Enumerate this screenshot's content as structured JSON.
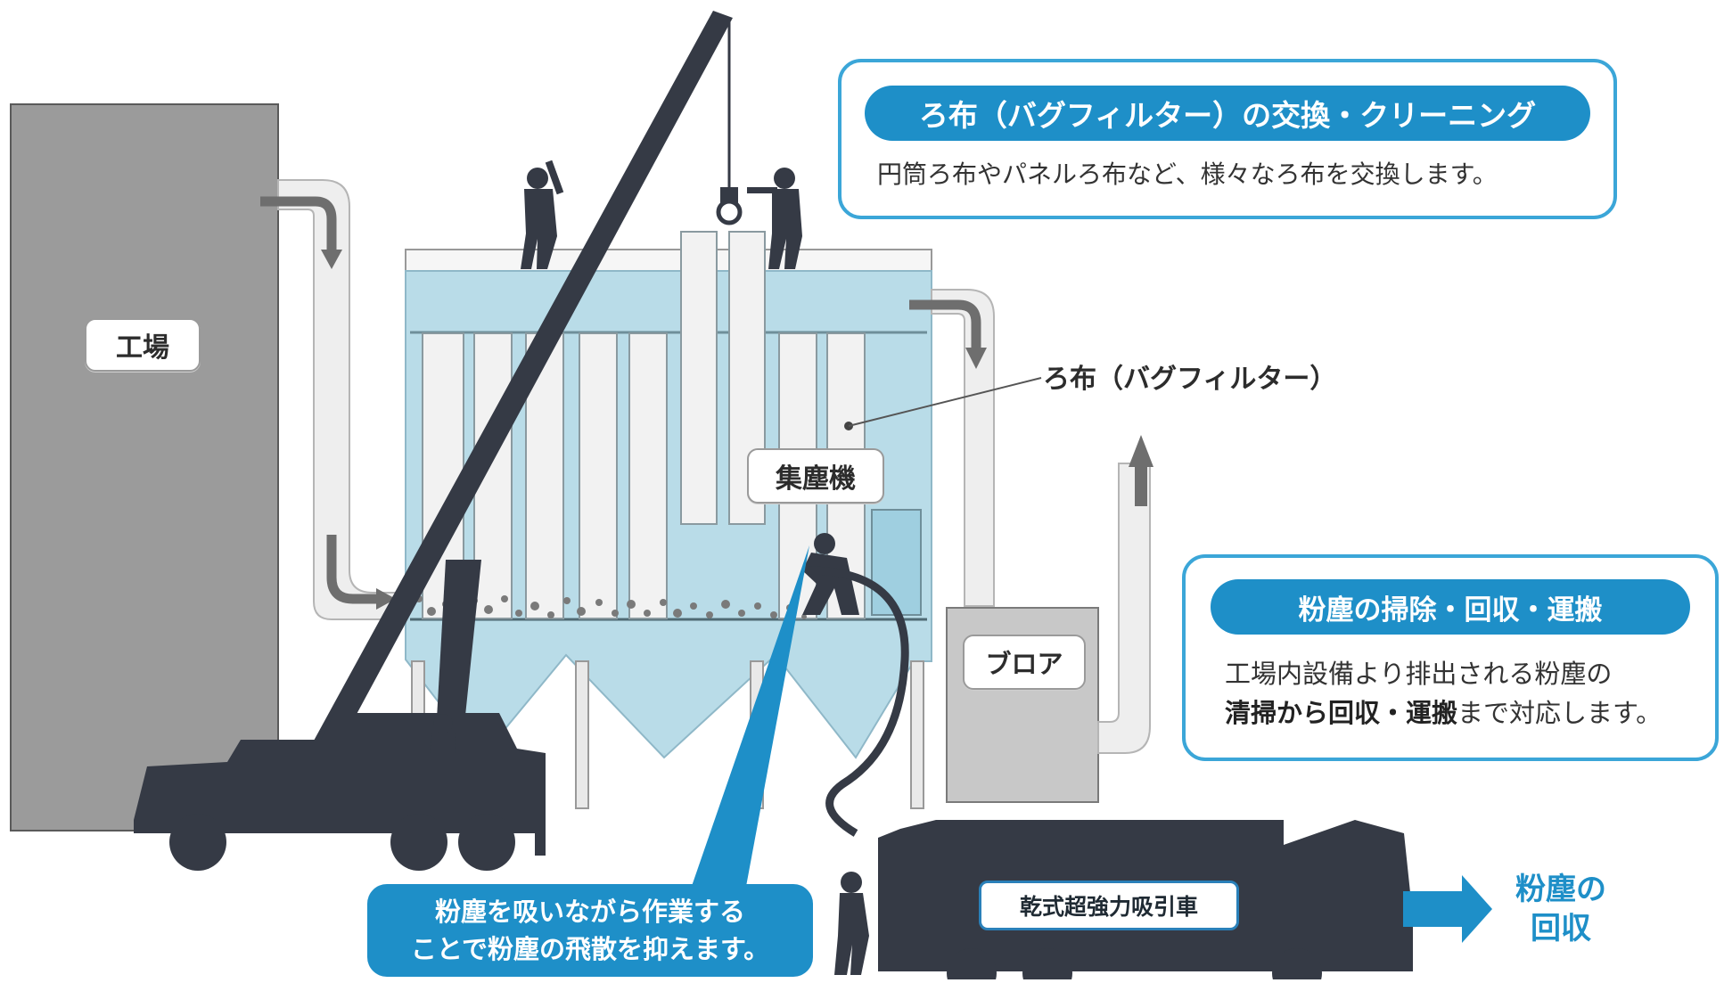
{
  "labels": {
    "factory": "工場",
    "dust_collector": "集塵機",
    "blower": "ブロア",
    "bag_filter": "ろ布（バグフィルター）",
    "vacuum_truck": "乾式超強力吸引車"
  },
  "callout_filter": {
    "title": "ろ布（バグフィルター）の交換・クリーニング",
    "text": "円筒ろ布やパネルろ布など、様々なろ布を交換します。"
  },
  "callout_dust": {
    "title": "粉塵の掃除・回収・運搬",
    "line1": "工場内設備より排出される粉塵の",
    "line2_bold": "清掃から回収・運搬",
    "line2_rest": "まで対応します。"
  },
  "bubble": {
    "line1": "粉塵を吸いながら作業する",
    "line2": "ことで粉塵の飛散を抑えます。"
  },
  "recovery": {
    "line1": "粉塵の",
    "line2": "回収"
  },
  "colors": {
    "accent_blue": "#1e8fc8",
    "callout_border": "#3ba6d8",
    "collector_fill": "#b9dce8",
    "factory_gray": "#9b9b9b",
    "silhouette": "#353a45",
    "duct_fill": "#eeeeee"
  }
}
